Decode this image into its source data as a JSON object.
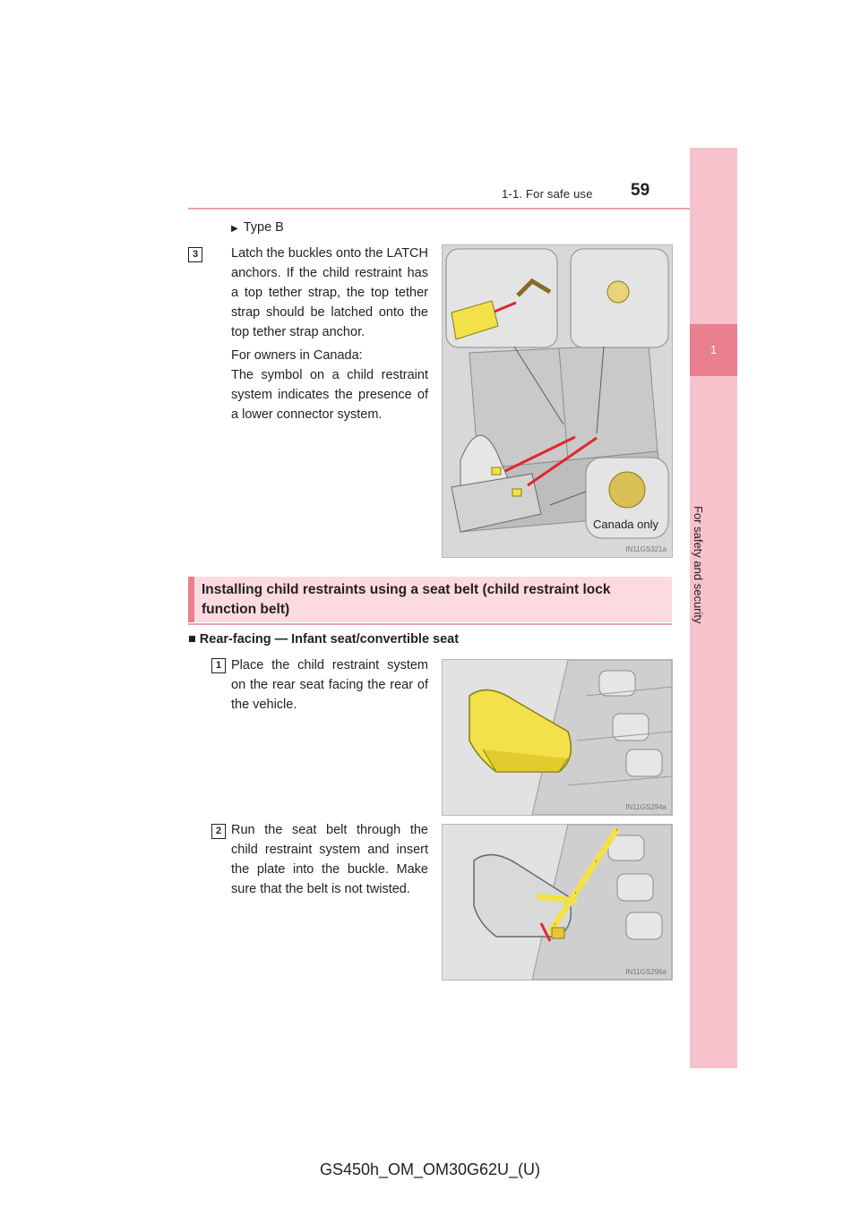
{
  "header": {
    "section_label": "1-1. For safe use",
    "page_number": "59"
  },
  "side_tab": {
    "chapter_number": "1",
    "chapter_title": "For safety and security"
  },
  "type_b": {
    "bullet": "▶",
    "label": "Type B"
  },
  "step3": {
    "number": "3",
    "text": "Latch the buckles onto the LATCH anchors. If the child restraint has a top tether strap, the top tether strap should be latched onto the top tether strap anchor.",
    "canada_note_line1": "For owners in Canada:",
    "canada_note_line2": "The symbol on a child restraint system indicates the presence of a lower connector system.",
    "image_label": "Canada only",
    "image_code": "IN11GS321a"
  },
  "section": {
    "heading": "Installing child restraints using a seat belt (child restraint lock function belt)",
    "subheading_bullet": "■",
    "subheading": "Rear-facing — Infant seat/convertible seat"
  },
  "step1": {
    "number": "1",
    "text": "Place the child restraint system on the rear seat facing the rear of the vehicle.",
    "image_code": "IN11GS294a"
  },
  "step2": {
    "number": "2",
    "text": "Run the seat belt through the child restraint system and insert the plate into the buckle. Make sure that the belt is not twisted.",
    "image_code": "IN11GS296a"
  },
  "footer": {
    "manual_code": "GS450h_OM_OM30G62U_(U)"
  },
  "colors": {
    "accent": "#ea7f8f",
    "accent_light": "#f7c2cb",
    "heading_bg": "#fcdbe0",
    "highlight_yellow": "#f2e14a",
    "arrow_red": "#e0262b"
  }
}
